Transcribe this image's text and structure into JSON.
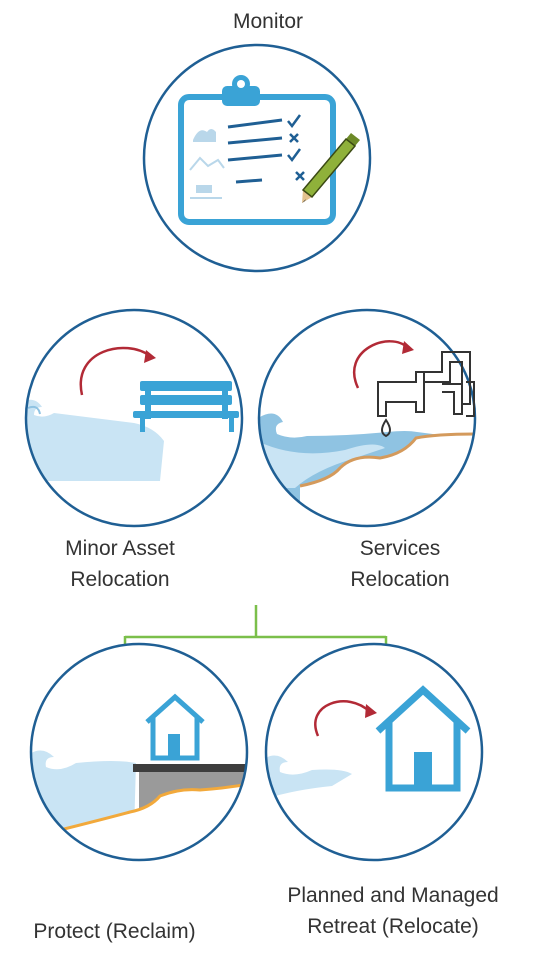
{
  "nodes": {
    "monitor": {
      "label": "Monitor"
    },
    "minor_asset": {
      "label_line1": "Minor Asset",
      "label_line2": "Relocation"
    },
    "services": {
      "label_line1": "Services",
      "label_line2": "Relocation"
    },
    "protect": {
      "label": "Protect (Reclaim)"
    },
    "retreat": {
      "label_line1": "Planned and Managed",
      "label_line2": "Retreat (Relocate)"
    }
  },
  "colors": {
    "circle_outline": "#1f5f94",
    "connector": "#7bbf4a",
    "arrow": "#b22a36",
    "icon_blue": "#3aa3d6",
    "water": "#c9e4f4",
    "sand": "#f2a93b"
  }
}
